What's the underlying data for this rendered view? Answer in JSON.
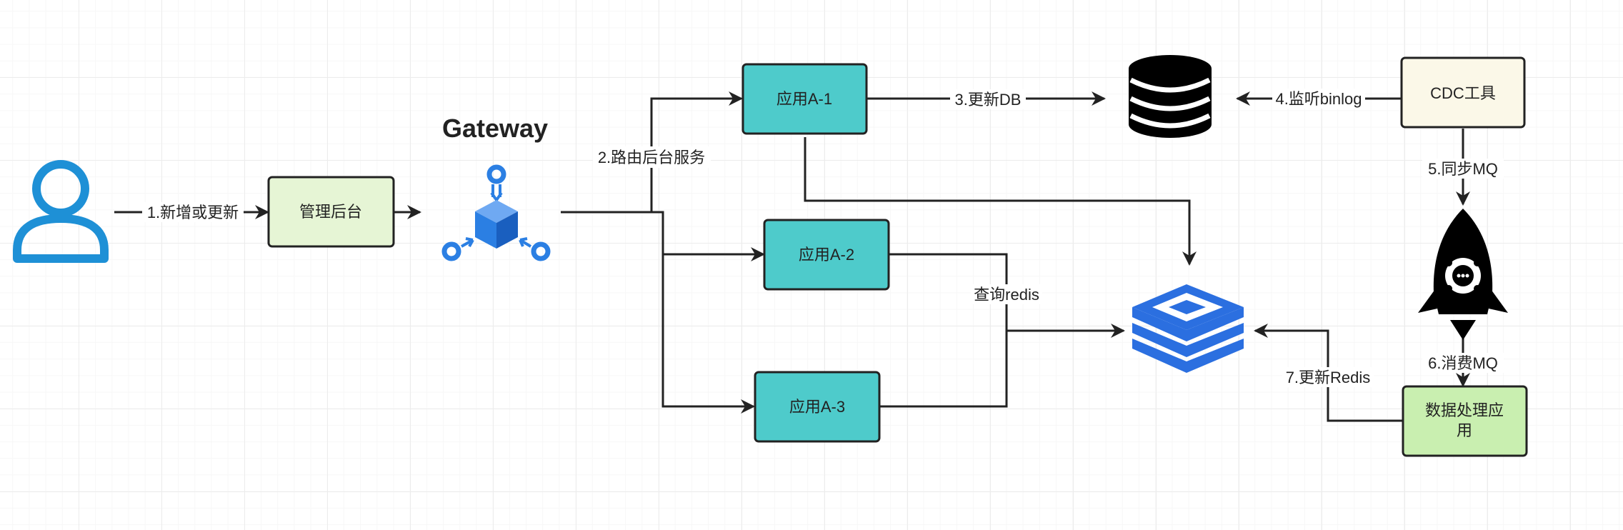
{
  "diagram": {
    "gateway_title": "Gateway",
    "nodes": {
      "admin": "管理后台",
      "app1": "应用A-1",
      "app2": "应用A-2",
      "app3": "应用A-3",
      "cdc": "CDC工具",
      "processor_line1": "数据处理应",
      "processor_line2": "用"
    },
    "edges": {
      "e1": "1.新增或更新",
      "e2": "2.路由后台服务",
      "e3": "3.更新DB",
      "e4": "4.监听binlog",
      "e5": "5.同步MQ",
      "e6": "6.消费MQ",
      "e7": "7.更新Redis",
      "query": "查询redis"
    },
    "icons": [
      "user-icon",
      "gateway-cube-icon",
      "database-icon",
      "redis-icon",
      "rocketmq-icon"
    ],
    "colors": {
      "user_blue": "#1e90d6",
      "gateway_blue": "#2b7fe3",
      "redis_blue": "#2b6fe0",
      "app_fill": "#4ecbcb",
      "admin_fill": "#e6f5d5",
      "cdc_fill": "#fbf8e8",
      "processor_fill": "#c9efb0"
    }
  }
}
